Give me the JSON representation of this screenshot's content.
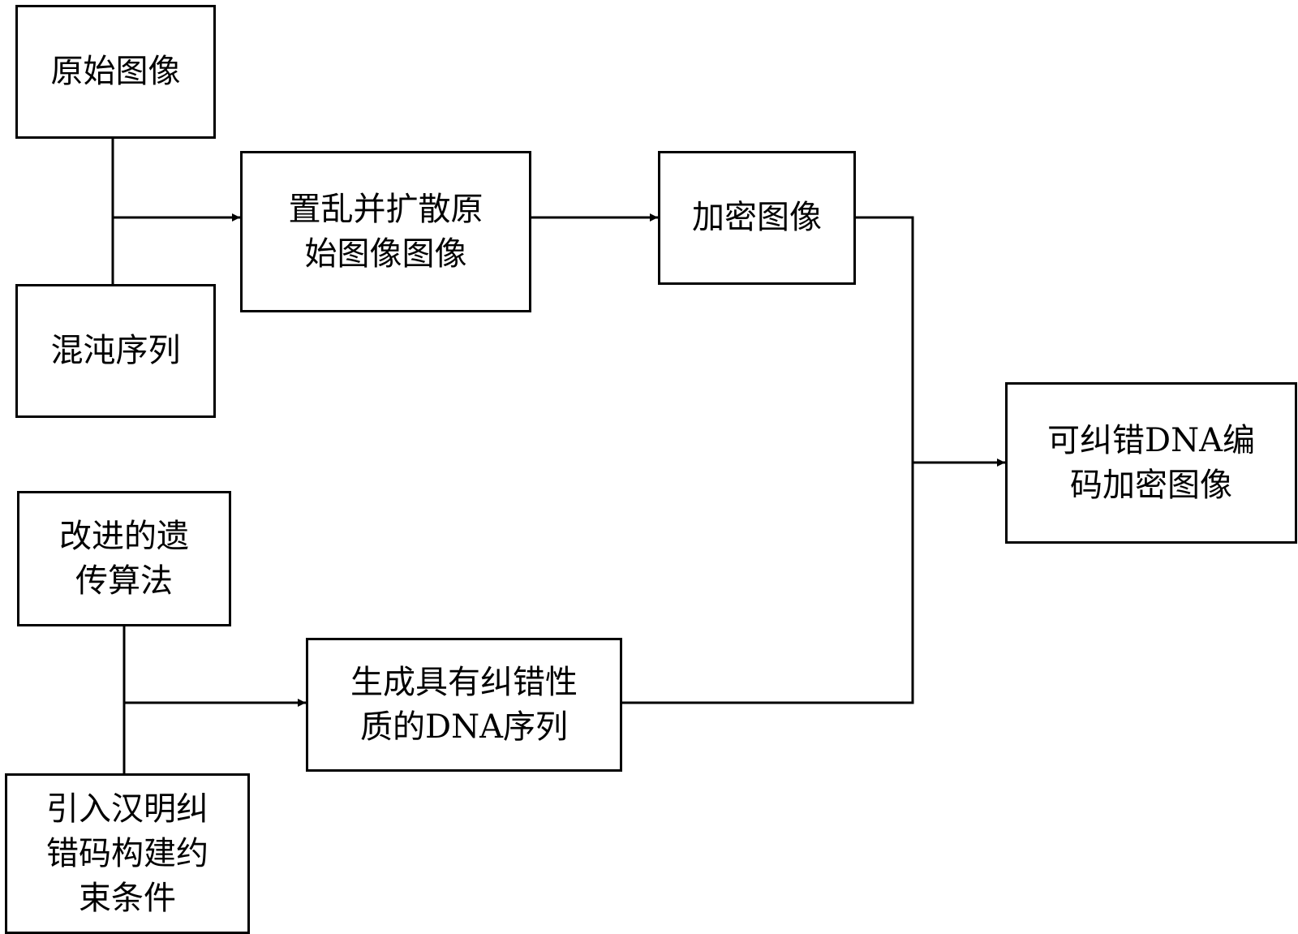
{
  "boxes": {
    "original_image": [
      "原始图像"
    ],
    "chaotic_sequence": [
      "混沌序列"
    ],
    "scramble_diffuse": [
      "置乱并扩散原",
      "始图像图像"
    ],
    "encrypted_image": [
      "加密图像"
    ],
    "dna_encoded_image": [
      "可纠错DNA编",
      "码加密图像"
    ],
    "improved_ga": [
      "改进的遗",
      "传算法"
    ],
    "hamming_constraint": [
      "引入汉明纠",
      "错码构建约",
      "束条件"
    ],
    "dna_sequence": [
      "生成具有纠错性",
      "质的DNA序列"
    ]
  }
}
